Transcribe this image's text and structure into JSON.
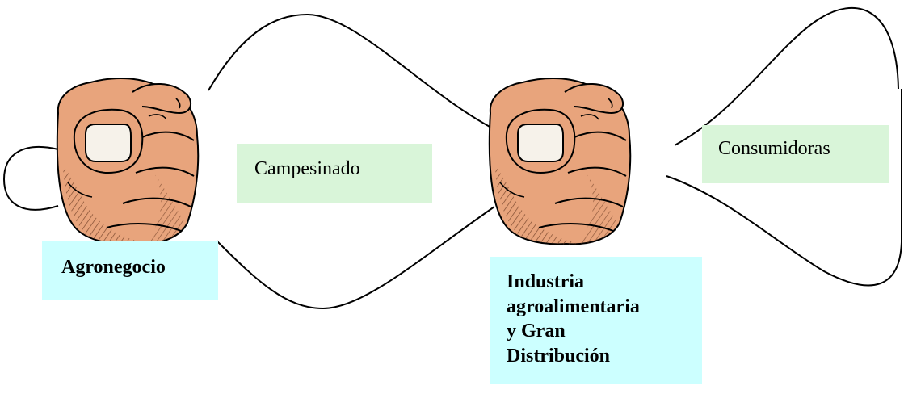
{
  "labels": {
    "campesinado": "Campesinado",
    "consumidoras": "Consumidoras",
    "agronegocio": "Agronegocio",
    "industria_lines": [
      "Industria",
      "agroalimentaria",
      "y Gran",
      "Distribución"
    ]
  },
  "colors": {
    "green_box": "#d9f5d9",
    "cyan_box": "#ccffff",
    "skin": "#e8a47c",
    "skin_shadow": "#b8704c",
    "outline": "#000000"
  },
  "icons": {
    "fist_left": "pointing-fist-icon",
    "fist_right": "pointing-fist-icon"
  }
}
